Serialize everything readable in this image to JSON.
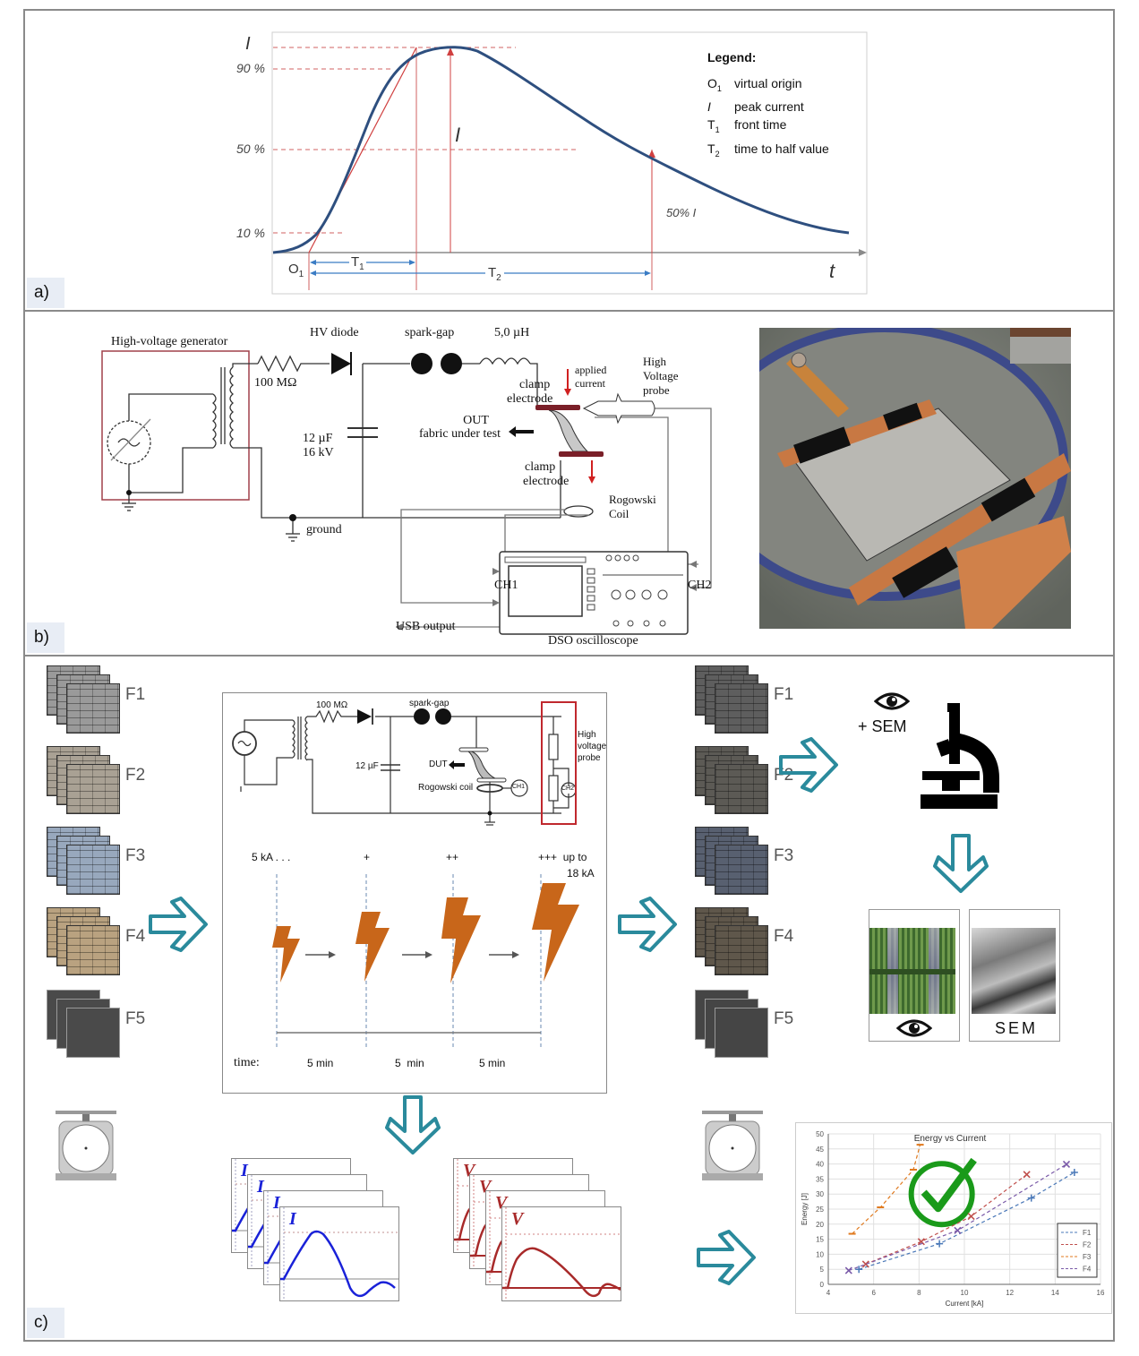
{
  "panel_a": {
    "label": "a)",
    "y_axis_label": "I",
    "x_axis_label": "t",
    "levels": [
      "90 %",
      "50 %",
      "10 %"
    ],
    "peak_label": "I",
    "half_label": "50% I",
    "o1": "O",
    "o1_sub": "1",
    "t1": "T",
    "t1_sub": "1",
    "t2": "T",
    "t2_sub": "2",
    "legend": {
      "title": "Legend:",
      "items": [
        {
          "sym": "O",
          "sub": "1",
          "text": "virtual origin"
        },
        {
          "sym": "I",
          "sub": "",
          "text": "peak current"
        },
        {
          "sym": "T",
          "sub": "1",
          "text": "front time"
        },
        {
          "sym": "T",
          "sub": "2",
          "text": "time to half value"
        }
      ]
    },
    "colors": {
      "curve": "#2e4f7f",
      "guide": "#cc4444",
      "arrow": "#3a7cc4"
    }
  },
  "panel_b": {
    "label": "b)",
    "generator": "High-voltage generator",
    "resistor": "100 MΩ",
    "diode": "HV diode",
    "spark_gap": "spark-gap",
    "inductor": "5,0 µH",
    "applied_current_1": "applied",
    "applied_current_2": "current",
    "clamp_top_1": "clamp",
    "clamp_top_2": "electrode",
    "out_1": "OUT",
    "out_2": "fabric under test",
    "clamp_bot_1": "clamp",
    "clamp_bot_2": "electrode",
    "capacitor_1": "12 µF",
    "capacitor_2": "16 kV",
    "ground": "ground",
    "probe_1": "High",
    "probe_2": "Voltage",
    "probe_3": "probe",
    "rogowski_1": "Rogowski",
    "rogowski_2": "Coil",
    "ch1": "CH1",
    "ch2": "CH2",
    "usb": "USB output",
    "dso": "DSO oscilloscope",
    "photo_alt": "fabric sample clamped between copper electrodes"
  },
  "panel_c": {
    "label": "c)",
    "samples_before": [
      "F1",
      "F2",
      "F3",
      "F4",
      "F5"
    ],
    "samples_after": [
      "F1",
      "F2",
      "F3",
      "F4",
      "F5"
    ],
    "sample_colors_before": [
      "#9a9a9a",
      "#a9a194",
      "#98a8bd",
      "#b9a280",
      "#4a4a4a"
    ],
    "sample_colors_after": [
      "#5e5e5e",
      "#5c5a55",
      "#586070",
      "#5f574b",
      "#454545"
    ],
    "mini_circuit": {
      "resistor": "100 MΩ",
      "spark_gap": "spark-gap",
      "capacitor": "12 µF",
      "dut": "DUT",
      "rogowski": "Rogowski coil",
      "ch1": "CH1",
      "ch2": "CH2",
      "probe_1": "High",
      "probe_2": "voltage",
      "probe_3": "probe"
    },
    "steps": {
      "labels": [
        "5 kA . . .",
        "+",
        "++",
        "+++  up to"
      ],
      "last_label_2": "18 kA",
      "time_label": "time:",
      "intervals": [
        "5 min",
        "5  min",
        "5 min"
      ]
    },
    "inspection": {
      "label": "+ SEM",
      "doc2_label": "SEM"
    },
    "waveforms": {
      "current_label": "I",
      "voltage_label": "V"
    },
    "accent_color": "#2a8a9c",
    "bolt_color": "#c8661a"
  },
  "chart_data": {
    "type": "scatter",
    "title": "Energy vs Current",
    "xlabel": "Current [kA]",
    "ylabel": "Energy [J]",
    "xlim": [
      4,
      16
    ],
    "ylim": [
      0,
      50
    ],
    "xticks": [
      4,
      6,
      8,
      10,
      12,
      14,
      16
    ],
    "yticks": [
      0,
      5,
      10,
      15,
      20,
      25,
      30,
      35,
      40,
      45,
      50
    ],
    "grid": true,
    "legend": "bottom-right",
    "series": [
      {
        "name": "F1",
        "color": "#4a78b8",
        "marker": "+",
        "x": [
          5.35,
          8.9,
          12.95,
          14.85
        ],
        "y": [
          5.0,
          13.5,
          28.7,
          37.2
        ]
      },
      {
        "name": "F2",
        "color": "#c0504d",
        "marker": "x",
        "x": [
          5.65,
          8.1,
          10.3,
          12.75
        ],
        "y": [
          6.7,
          14.2,
          22.6,
          36.5
        ]
      },
      {
        "name": "F3",
        "color": "#e07a1f",
        "marker": "-",
        "x": [
          5.05,
          6.3,
          7.75,
          8.05
        ],
        "y": [
          16.8,
          25.6,
          38.1,
          46.4
        ]
      },
      {
        "name": "F4",
        "color": "#7a5aa8",
        "marker": "x",
        "x": [
          4.9,
          9.7,
          14.5
        ],
        "y": [
          4.6,
          17.9,
          39.9
        ]
      }
    ],
    "overlay": "green-checkmark"
  }
}
